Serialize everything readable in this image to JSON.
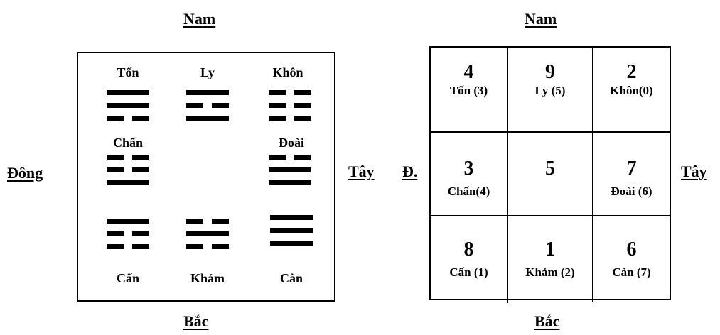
{
  "left_diagram": {
    "top": "Nam",
    "bottom": "Bắc",
    "left": "Đông",
    "right": "Tây",
    "trigrams": {
      "ton": "Tốn",
      "ly": "Ly",
      "khon": "Khôn",
      "chan": "Chấn",
      "doai": "Đoài",
      "can_mountain": "Cấn",
      "kham": "Khảm",
      "can_heaven": "Càn"
    }
  },
  "right_diagram": {
    "top": "Nam",
    "bottom": "Bắc",
    "left": "Đ.",
    "right": "Tây",
    "cells": [
      {
        "number": "4",
        "name": "Tốn (3)"
      },
      {
        "number": "9",
        "name": "Ly (5)"
      },
      {
        "number": "2",
        "name": "Khôn(0)"
      },
      {
        "number": "3",
        "name": "Chấn(4)"
      },
      {
        "number": "5",
        "name": ""
      },
      {
        "number": "7",
        "name": "Đoài (6)"
      },
      {
        "number": "8",
        "name": "Cấn (1)"
      },
      {
        "number": "1",
        "name": "Khảm (2)"
      },
      {
        "number": "6",
        "name": "Càn (7)"
      }
    ]
  }
}
